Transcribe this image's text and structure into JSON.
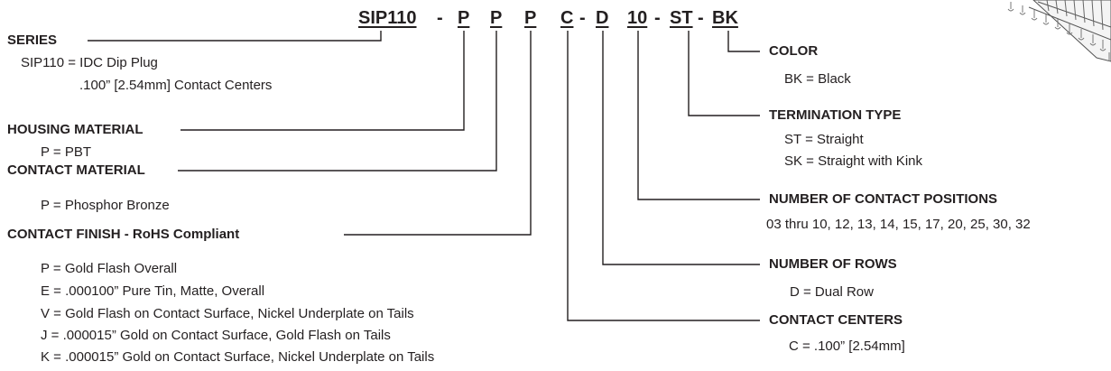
{
  "part_number": {
    "series": "SIP110",
    "housing": "P",
    "contact_material": "P",
    "contact_finish": "P",
    "contact_centers": "C",
    "rows": "D",
    "positions": "10",
    "termination": "ST",
    "color": "BK",
    "dash": "-"
  },
  "left": {
    "series": {
      "heading": "SERIES",
      "lines": [
        "SIP110 = IDC Dip Plug",
        ".100” [2.54mm] Contact Centers"
      ]
    },
    "housing_material": {
      "heading": "HOUSING MATERIAL",
      "lines": [
        "P =  PBT"
      ]
    },
    "contact_material": {
      "heading": "CONTACT MATERIAL",
      "lines": [
        "P = Phosphor Bronze"
      ]
    },
    "contact_finish": {
      "heading": "CONTACT FINISH - RoHS Compliant",
      "lines": [
        "P =  Gold Flash Overall",
        "E =  .000100” Pure Tin, Matte,  Overall",
        "V =  Gold Flash on Contact Surface, Nickel Underplate on Tails",
        "J =  .000015” Gold on Contact Surface, Gold Flash on Tails",
        "K =  .000015” Gold on Contact Surface, Nickel Underplate on Tails"
      ]
    }
  },
  "right": {
    "color": {
      "heading": "COLOR",
      "lines": [
        "BK = Black"
      ]
    },
    "termination_type": {
      "heading": "TERMINATION TYPE",
      "lines": [
        "ST = Straight",
        "SK = Straight with Kink"
      ]
    },
    "contact_positions": {
      "heading": "NUMBER OF CONTACT POSITIONS",
      "lines": [
        "03 thru 10, 12, 13, 14, 15, 17, 20, 25, 30, 32"
      ]
    },
    "rows": {
      "heading": "NUMBER OF ROWS",
      "lines": [
        "D = Dual Row"
      ]
    },
    "contact_centers": {
      "heading": "CONTACT CENTERS",
      "lines": [
        "C = .100” [2.54mm]"
      ]
    }
  }
}
